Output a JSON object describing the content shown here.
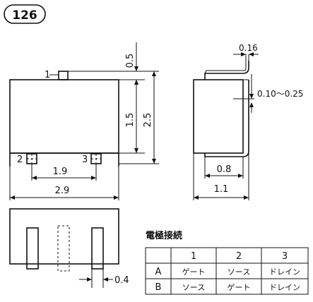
{
  "badge": "126",
  "top_view": {
    "pin_labels": [
      "1",
      "2",
      "3"
    ],
    "dims": {
      "tab_height": "0.5",
      "body_height": "1.5",
      "total_height": "2.5",
      "pin_pitch": "1.9",
      "total_width": "2.9"
    }
  },
  "side_view": {
    "dims": {
      "lead_thickness": "0.16",
      "lead_range": "0.10～0.25",
      "body_depth": "0.8",
      "total_depth": "1.1"
    }
  },
  "bottom_view": {
    "dims": {
      "pad_width": "0.4"
    }
  },
  "pin_table": {
    "title": "電極接続",
    "headers": [
      "",
      "1",
      "2",
      "3"
    ],
    "rows": [
      [
        "A",
        "ゲート",
        "ソース",
        "ドレイン"
      ],
      [
        "B",
        "ソース",
        "ゲート",
        "ドレイン"
      ]
    ]
  }
}
